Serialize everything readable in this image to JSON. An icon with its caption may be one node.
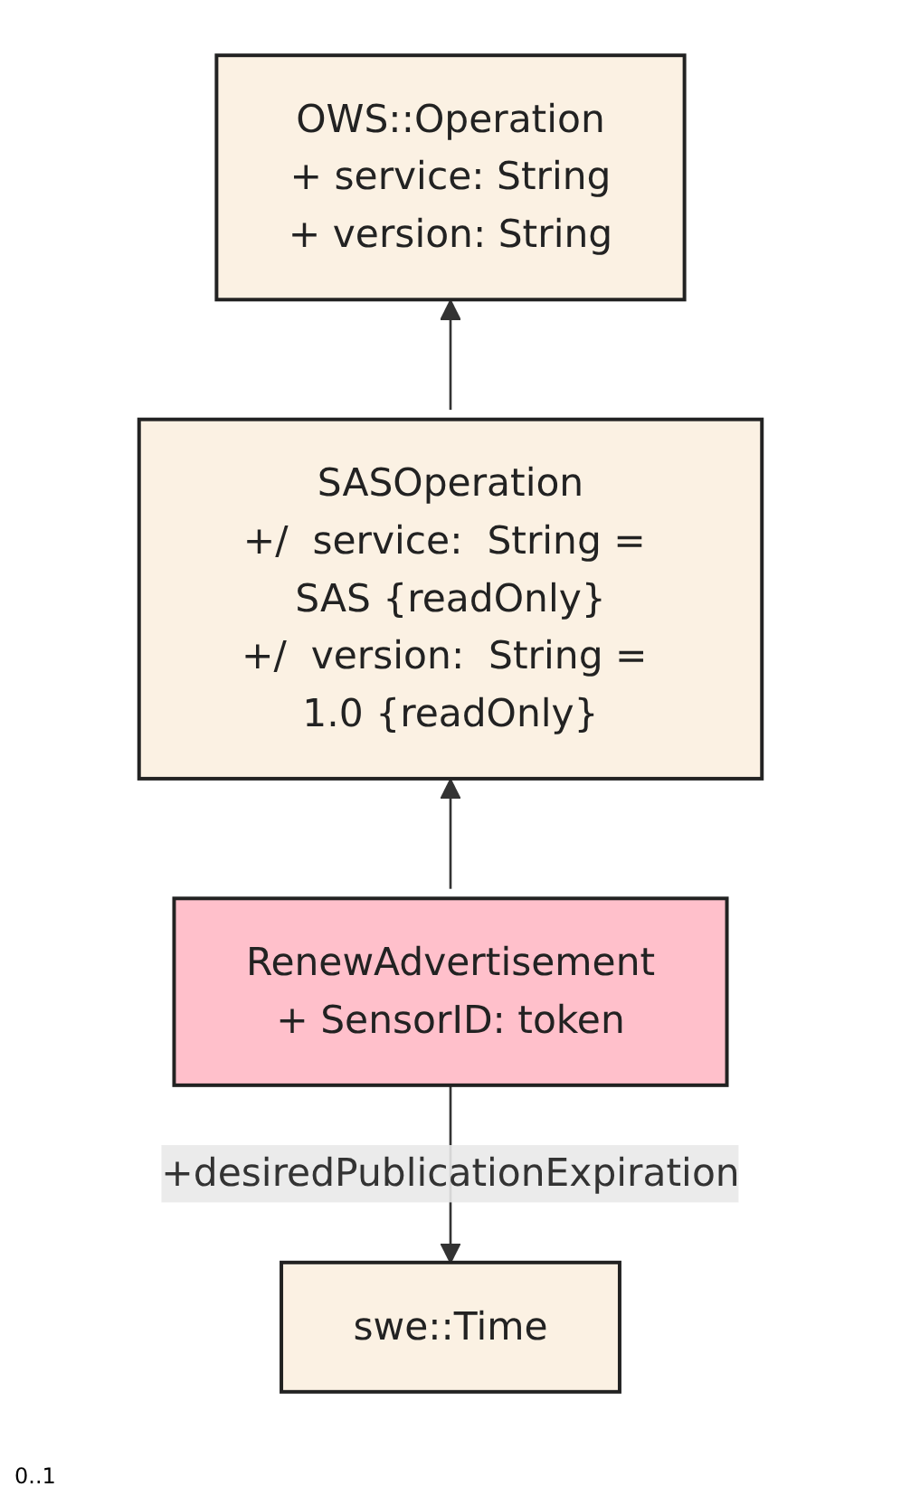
{
  "diagram": {
    "nodes": [
      {
        "text": [
          "OWS::Operation",
          "+   service:  String",
          "+   version:  String"
        ]
      },
      {
        "text": [
          "SASOperation",
          "+/  service:  String = SAS {readOnly}",
          "+/  version:  String = 1.0 {readOnly}"
        ]
      },
      {
        "text": [
          "RenewAdvertisement",
          "+   SensorID:  token"
        ]
      },
      {
        "text": [
          "swe::Time"
        ]
      }
    ],
    "edges": [
      {
        "from": 1,
        "to": 0,
        "arrow": "to"
      },
      {
        "from": 2,
        "to": 1,
        "arrow": "to"
      },
      {
        "from": 2,
        "to": 3,
        "arrow": "to",
        "label": "+desiredPublicationExpiration"
      }
    ],
    "labels": [
      "0..1"
    ]
  }
}
